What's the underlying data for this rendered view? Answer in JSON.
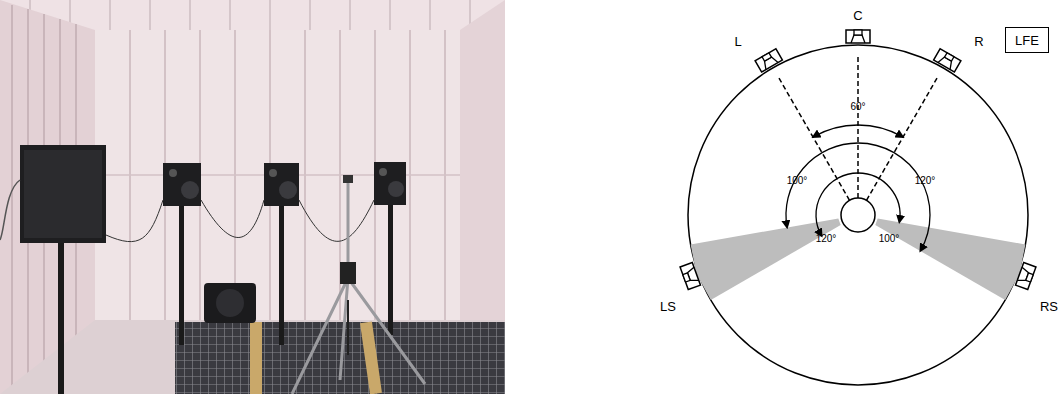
{
  "diagram": {
    "nodes": [
      {
        "text": [
          "LFE"
        ]
      }
    ],
    "edges": [],
    "labels": [
      "L",
      "C",
      "R",
      "60°",
      "100°",
      "120°",
      "120°",
      "100°",
      "LS",
      "RS"
    ]
  }
}
